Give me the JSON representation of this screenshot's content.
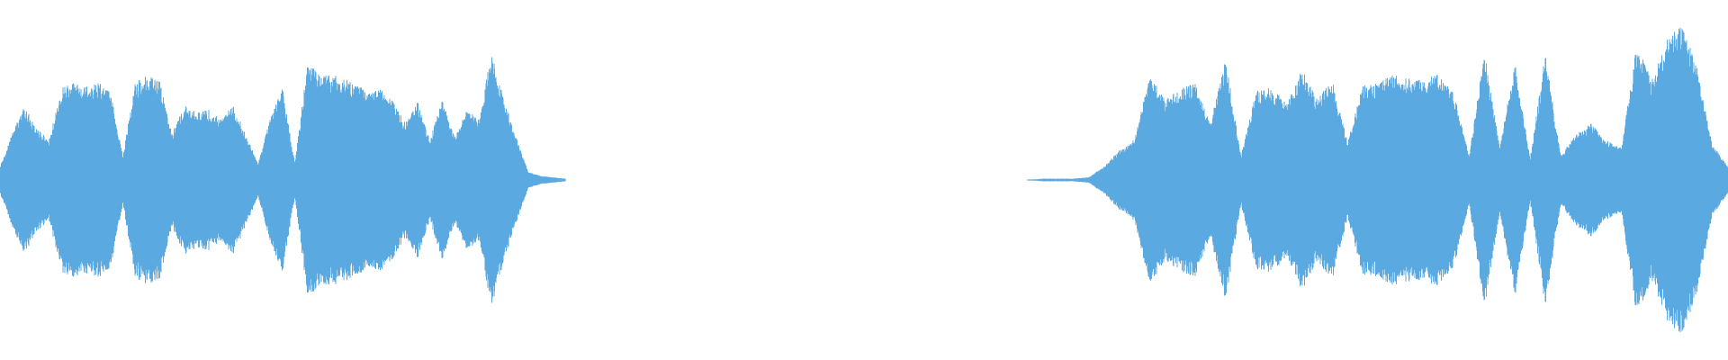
{
  "waveform": {
    "color": "#5aa9e0",
    "segments": [
      {
        "amplitude_envelope": [
          0.1,
          0.35,
          0.55,
          0.38,
          0.3,
          0.68,
          0.72,
          0.7,
          0.74,
          0.66,
          0.18,
          0.72,
          0.78,
          0.74,
          0.34,
          0.56,
          0.5,
          0.52,
          0.45,
          0.56,
          0.34,
          0.12,
          0.46,
          0.68,
          0.12,
          0.86,
          0.8,
          0.78,
          0.76,
          0.7,
          0.66,
          0.68,
          0.58,
          0.42,
          0.58,
          0.3,
          0.6,
          0.32,
          0.52,
          0.45,
          0.95,
          0.6,
          0.32,
          0.06,
          0.03,
          0.02,
          0.01
        ]
      },
      {
        "amplitude_envelope": [
          0.0,
          0.01,
          0.01,
          0.01,
          0.02,
          0.1,
          0.22,
          0.3,
          0.78,
          0.6,
          0.68,
          0.72,
          0.42,
          0.9,
          0.18,
          0.66,
          0.7,
          0.56,
          0.82,
          0.6,
          0.74,
          0.28,
          0.7,
          0.72,
          0.78,
          0.75,
          0.77,
          0.8,
          0.64,
          0.18,
          0.96,
          0.24,
          0.88,
          0.16,
          0.94,
          0.18,
          0.34,
          0.42,
          0.3,
          0.24,
          1.0,
          0.74,
          1.05,
          1.15,
          0.82,
          0.26,
          0.1
        ]
      }
    ]
  }
}
